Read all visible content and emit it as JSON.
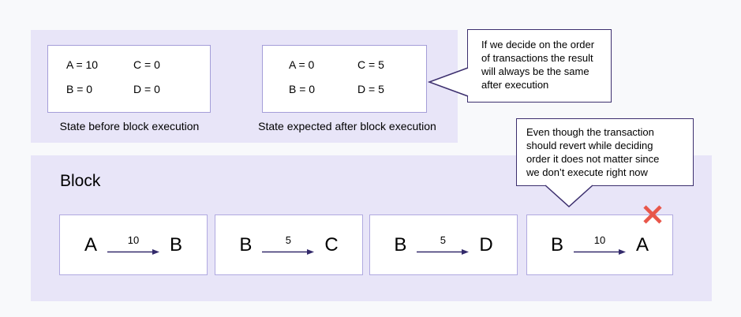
{
  "colors": {
    "page_bg": "#f8f9fb",
    "panel_bg": "#e8e5f8",
    "box_border": "#a49dd8",
    "tx_box_border": "#b0a9e0",
    "callout_border": "#3c2f6e",
    "arrow": "#332a6b",
    "reject_x": "#e8564a"
  },
  "top_section": {
    "state_before": {
      "cells": [
        "A = 10",
        "C = 0",
        "B = 0",
        "D = 0"
      ],
      "label": "State before block execution"
    },
    "state_after": {
      "cells": [
        "A = 0",
        "C = 5",
        "B = 0",
        "D = 5"
      ],
      "label": "State expected after block execution"
    }
  },
  "callout_order": {
    "lines": [
      "If we decide on the order",
      "of transactions the result",
      "will always be the same",
      "after execution"
    ]
  },
  "callout_revert": {
    "lines": [
      "Even though the transaction",
      "should revert while deciding",
      "order it does not matter since",
      "we don’t execute right now"
    ]
  },
  "block": {
    "title": "Block",
    "transactions": [
      {
        "from": "A",
        "amount": "10",
        "to": "B",
        "rejected": false
      },
      {
        "from": "B",
        "amount": "5",
        "to": "C",
        "rejected": false
      },
      {
        "from": "B",
        "amount": "5",
        "to": "D",
        "rejected": false
      },
      {
        "from": "B",
        "amount": "10",
        "to": "A",
        "rejected": true
      }
    ]
  }
}
